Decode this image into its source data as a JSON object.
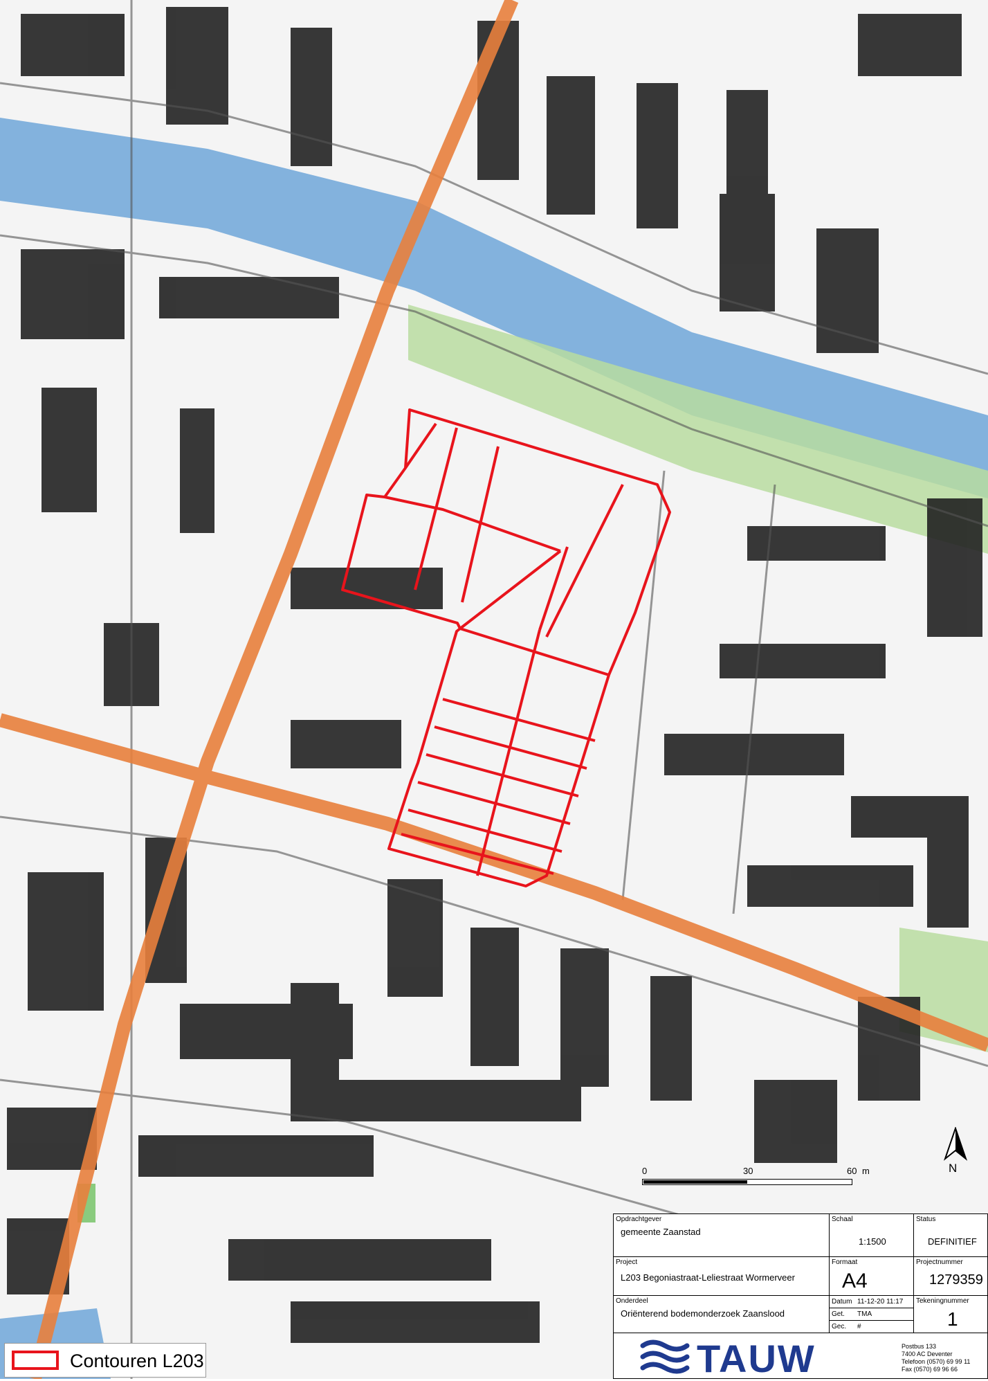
{
  "colors": {
    "contour": "#e8141c",
    "road": "#e8803d",
    "water": "#6fa6d8",
    "green": "#b9dca0",
    "building": "#222222",
    "logo": "#1f3a8f"
  },
  "legend": {
    "label": "Contouren L203"
  },
  "scalebar": {
    "ticks": [
      "0",
      "30",
      "60"
    ],
    "unit": "m"
  },
  "north_arrow": {
    "label": "N"
  },
  "titleblock": {
    "opdrachtgever_caption": "Opdrachtgever",
    "opdrachtgever": "gemeente Zaanstad",
    "schaal_caption": "Schaal",
    "schaal": "1:1500",
    "status_caption": "Status",
    "status": "DEFINITIEF",
    "project_caption": "Project",
    "project": "L203 Begoniastraat-Leliestraat Wormerveer",
    "formaat_caption": "Formaat",
    "formaat": "A4",
    "projectnummer_caption": "Projectnummer",
    "projectnummer": "1279359",
    "onderdeel_caption": "Onderdeel",
    "onderdeel": "Oriënterend bodemonderzoek Zaanslood",
    "datum_caption": "Datum",
    "datum": "11-12-20 11:17",
    "get_caption": "Get.",
    "get": "TMA",
    "gec_caption": "Gec.",
    "gec": "#",
    "tekeningnummer_caption": "Tekeningnummer",
    "tekeningnummer": "1"
  },
  "logo": {
    "name": "TAUW",
    "icon": "tauw-logo-icon"
  },
  "address": {
    "line1": "Postbus 133",
    "line2": "7400 AC Deventer",
    "line3": "Telefoon (0570) 69 99 11",
    "line4": "Fax (0570) 69 96 66"
  }
}
